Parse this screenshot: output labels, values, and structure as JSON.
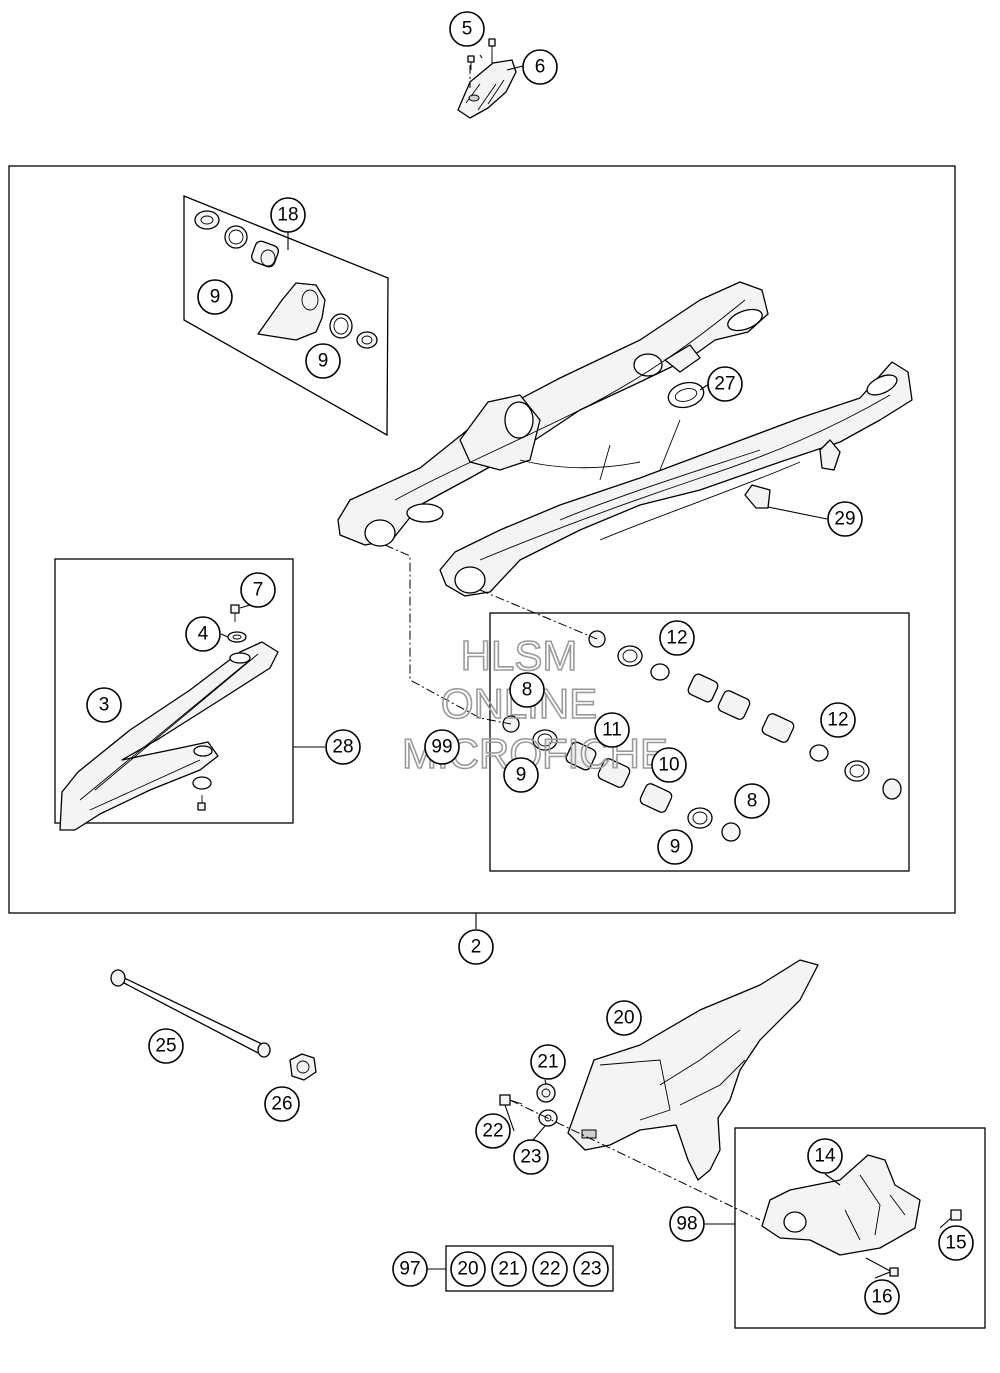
{
  "callouts": {
    "c5": "5",
    "c6": "6",
    "c18": "18",
    "c9a": "9",
    "c9b": "9",
    "c27": "27",
    "c29": "29",
    "c7": "7",
    "c4": "4",
    "c3": "3",
    "c28": "28",
    "c12a": "12",
    "c8a": "8",
    "c99": "99",
    "c11": "11",
    "c9c": "9",
    "c10": "10",
    "c12b": "12",
    "c8b": "8",
    "c9d": "9",
    "c2": "2",
    "c25": "25",
    "c26": "26",
    "c20": "20",
    "c21": "21",
    "c22": "22",
    "c23": "23",
    "c14": "14",
    "c98": "98",
    "c15": "15",
    "c16": "16",
    "c97": "97",
    "k20": "20",
    "k21": "21",
    "k22": "22",
    "k23": "23"
  },
  "watermark": {
    "line1": "HLSM",
    "line2": "ONLINE",
    "line3": "MICROFICHE"
  }
}
